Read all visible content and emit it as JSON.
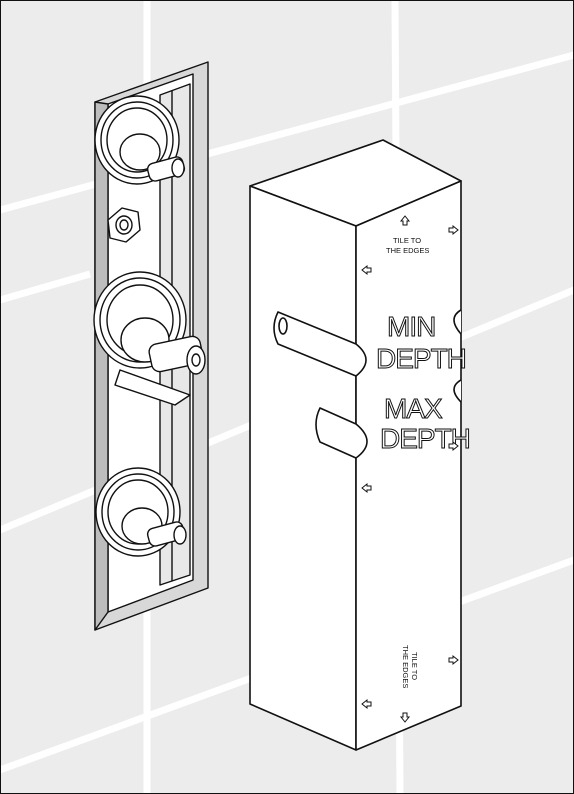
{
  "figure": {
    "labels": {
      "min_line1": "MIN",
      "min_line2": "DEPTH",
      "max_line1": "MAX",
      "max_line2": "DEPTH",
      "tile_top_1": "TILE TO",
      "tile_top_2": "THE EDGES",
      "tile_bottom_1": "TILE TO",
      "tile_bottom_2": "THE EDGES"
    },
    "icons": [
      "arrow-up-icon",
      "arrow-left-icon",
      "arrow-right-icon",
      "arrow-down-icon"
    ],
    "colors": {
      "wall_tile": "#ececec",
      "grout": "#ffffff",
      "line": "#111111",
      "block_face": "#ffffff"
    }
  }
}
